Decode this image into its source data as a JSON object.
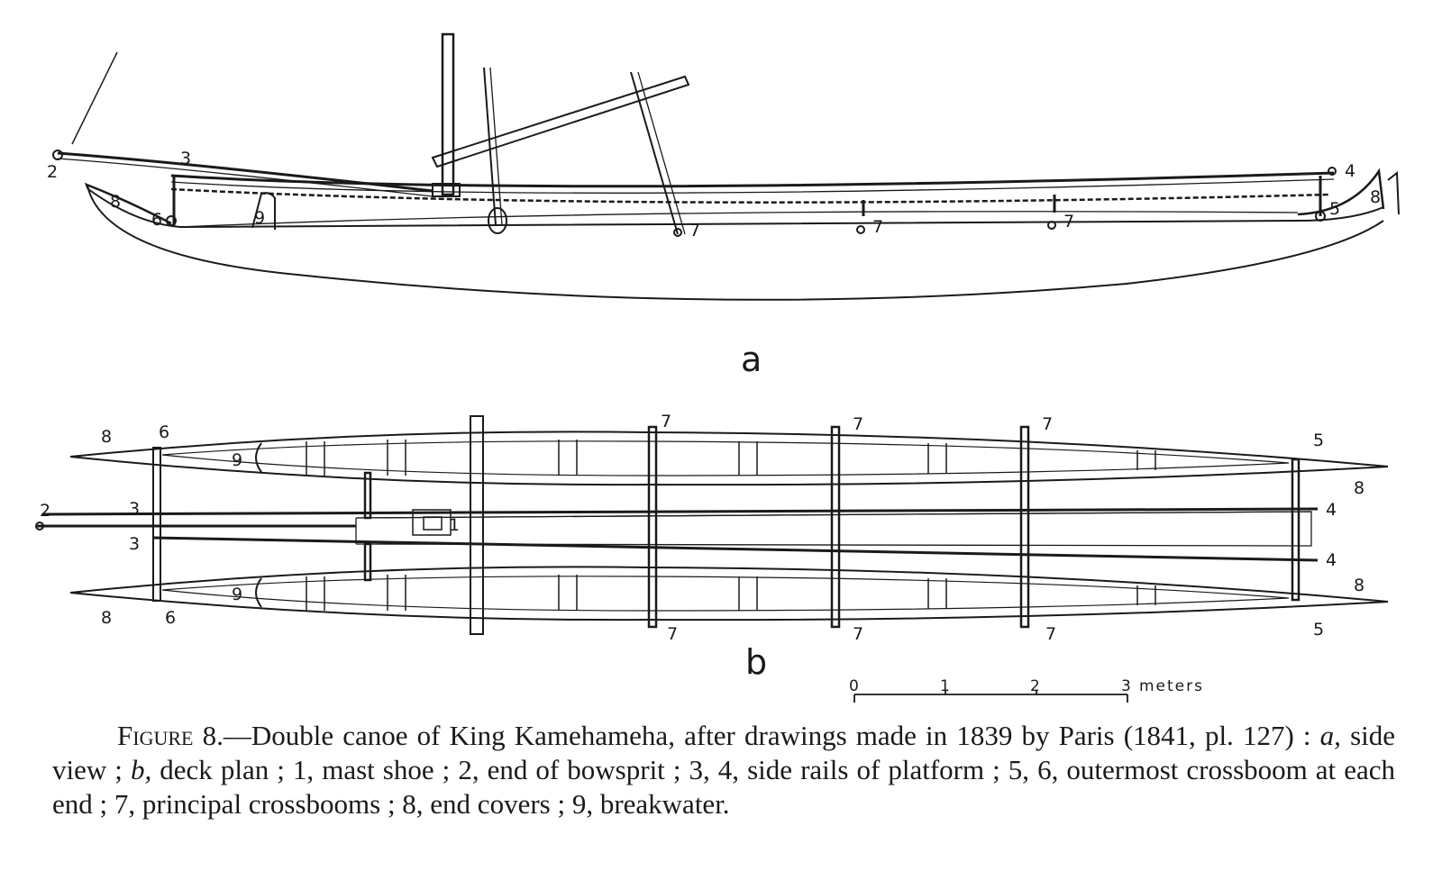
{
  "views": {
    "a": {
      "letter": "a"
    },
    "b": {
      "letter": "b"
    }
  },
  "labels": {
    "mast_shoe": "1",
    "bowsprit_end": "2",
    "side_rail_left": "3",
    "side_rail_right": "4",
    "outer_crossboom_stern": "5",
    "outer_crossboom_bow": "6",
    "principal_crossboom": "7",
    "end_cover": "8",
    "breakwater": "9"
  },
  "scale_bar": {
    "ticks": [
      "0",
      "1",
      "2",
      "3"
    ],
    "unit": "meters"
  },
  "caption": {
    "figure_label": "Figure",
    "figure_number": "8.",
    "text_1": "—Double canoe of King Kamehameha, after drawings made in 1839 by Paris (1841, pl. 127) : ",
    "a": "a,",
    "text_2": " side view ; ",
    "b": "b,",
    "text_3": " deck plan ; 1, mast shoe ; 2, end of bowsprit ; 3, 4, side rails of platform ; 5, 6, outermost crossboom at each end ; 7, principal crossbooms ; 8, end covers ; 9, breakwater."
  }
}
